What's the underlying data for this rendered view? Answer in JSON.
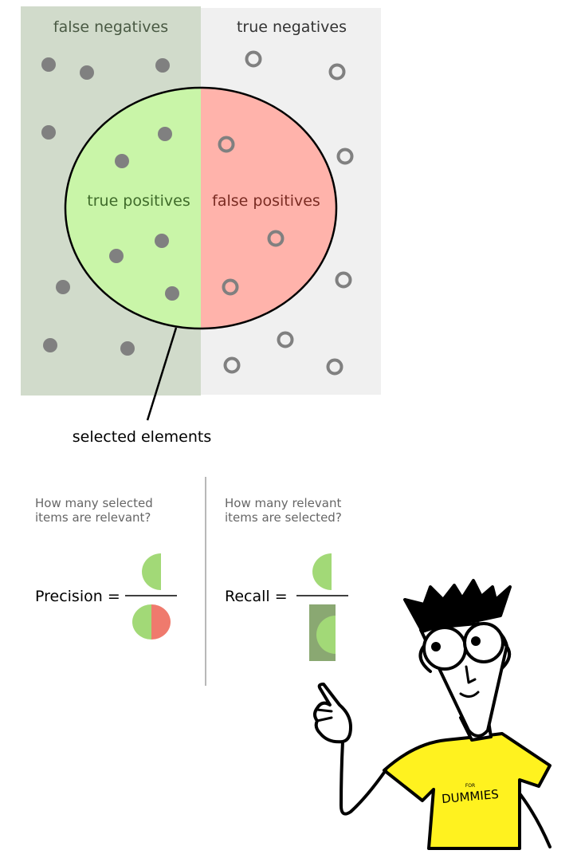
{
  "diagram": {
    "labels": {
      "false_negatives": "false negatives",
      "true_negatives": "true negatives",
      "true_positives": "true positives",
      "false_positives": "false positives",
      "selected_elements": "selected elements"
    },
    "colors": {
      "relevant_bg": "#d1dbcb",
      "irrelevant_bg": "#f0f0f0",
      "true_positive_fill": "#c9f5a8",
      "false_positive_fill": "#ffb3ab",
      "dot": "#808080",
      "label_green": "#3f6b2a",
      "label_red": "#7a2b22"
    }
  },
  "formulas": {
    "precision": {
      "question": [
        "How many selected",
        "items are relevant?"
      ],
      "label": "Precision ="
    },
    "recall": {
      "question": [
        "How many relevant",
        "items are selected?"
      ],
      "label": "Recall ="
    },
    "colors": {
      "green": "#a2d977",
      "red": "#ef7a6d",
      "dark_green": "#8aa872",
      "text_gray": "#666666"
    }
  },
  "mascot": {
    "shirt_text_small": "FOR",
    "shirt_text": "DUMMIES",
    "shirt_color": "#fff21f"
  }
}
